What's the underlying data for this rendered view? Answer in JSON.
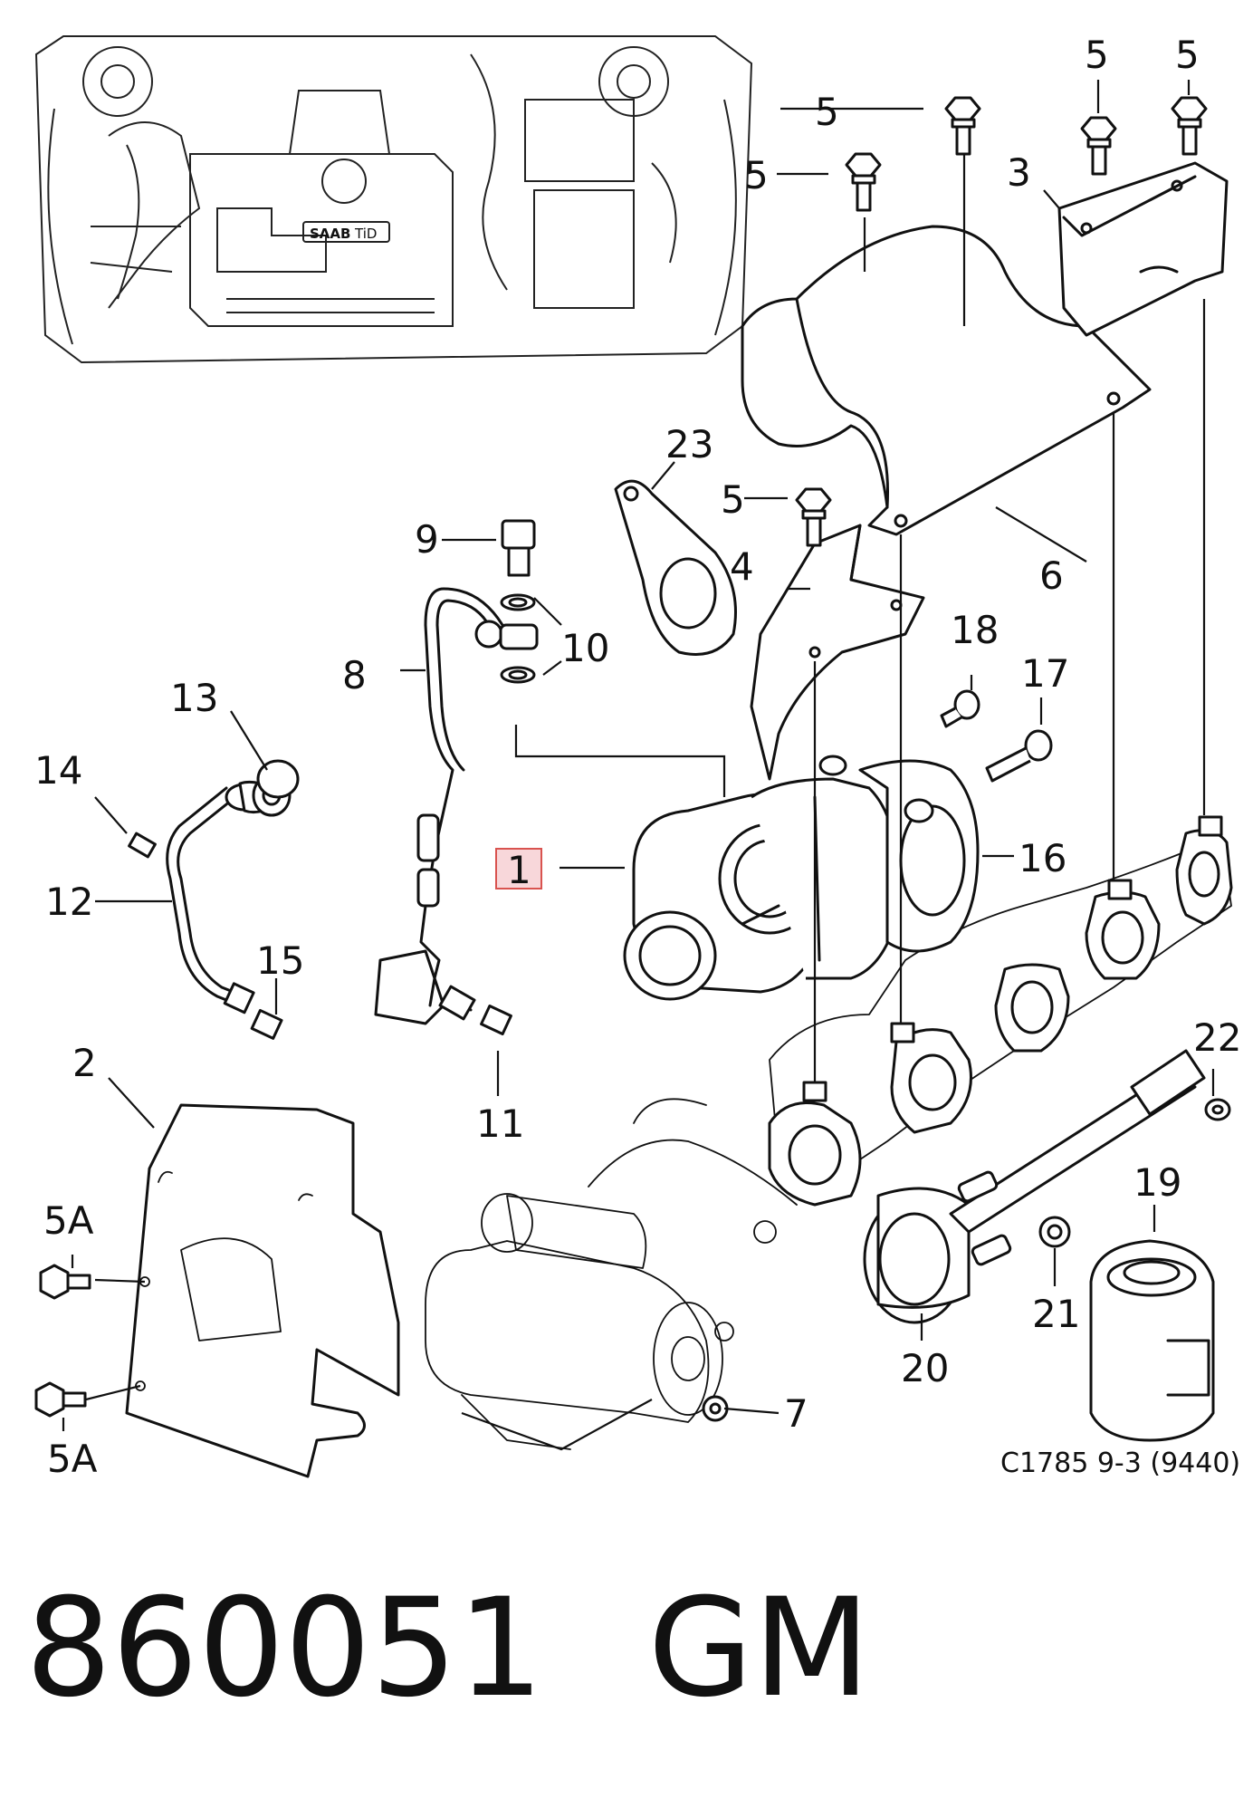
{
  "callouts": {
    "c1": "1",
    "c2": "2",
    "c3": "3",
    "c4": "4",
    "c5a": "5",
    "c5b": "5",
    "c5c": "5",
    "c5d": "5",
    "c5e": "5",
    "c5A_top": "5A",
    "c5A_bottom": "5A",
    "c6": "6",
    "c7": "7",
    "c8": "8",
    "c9": "9",
    "c10": "10",
    "c11": "11",
    "c12": "12",
    "c13": "13",
    "c14": "14",
    "c15": "15",
    "c16": "16",
    "c17": "17",
    "c18": "18",
    "c19": "19",
    "c20": "20",
    "c21": "21",
    "c22": "22",
    "c23": "23"
  },
  "highlight_color": "#f8d7da",
  "highlight_border": "#d9534f",
  "reference": "C1785 9-3 (9440)",
  "engine_badge": {
    "brand": "SAAB",
    "model": "TiD"
  },
  "footer": {
    "part_number": "860051",
    "brand": "GM"
  }
}
